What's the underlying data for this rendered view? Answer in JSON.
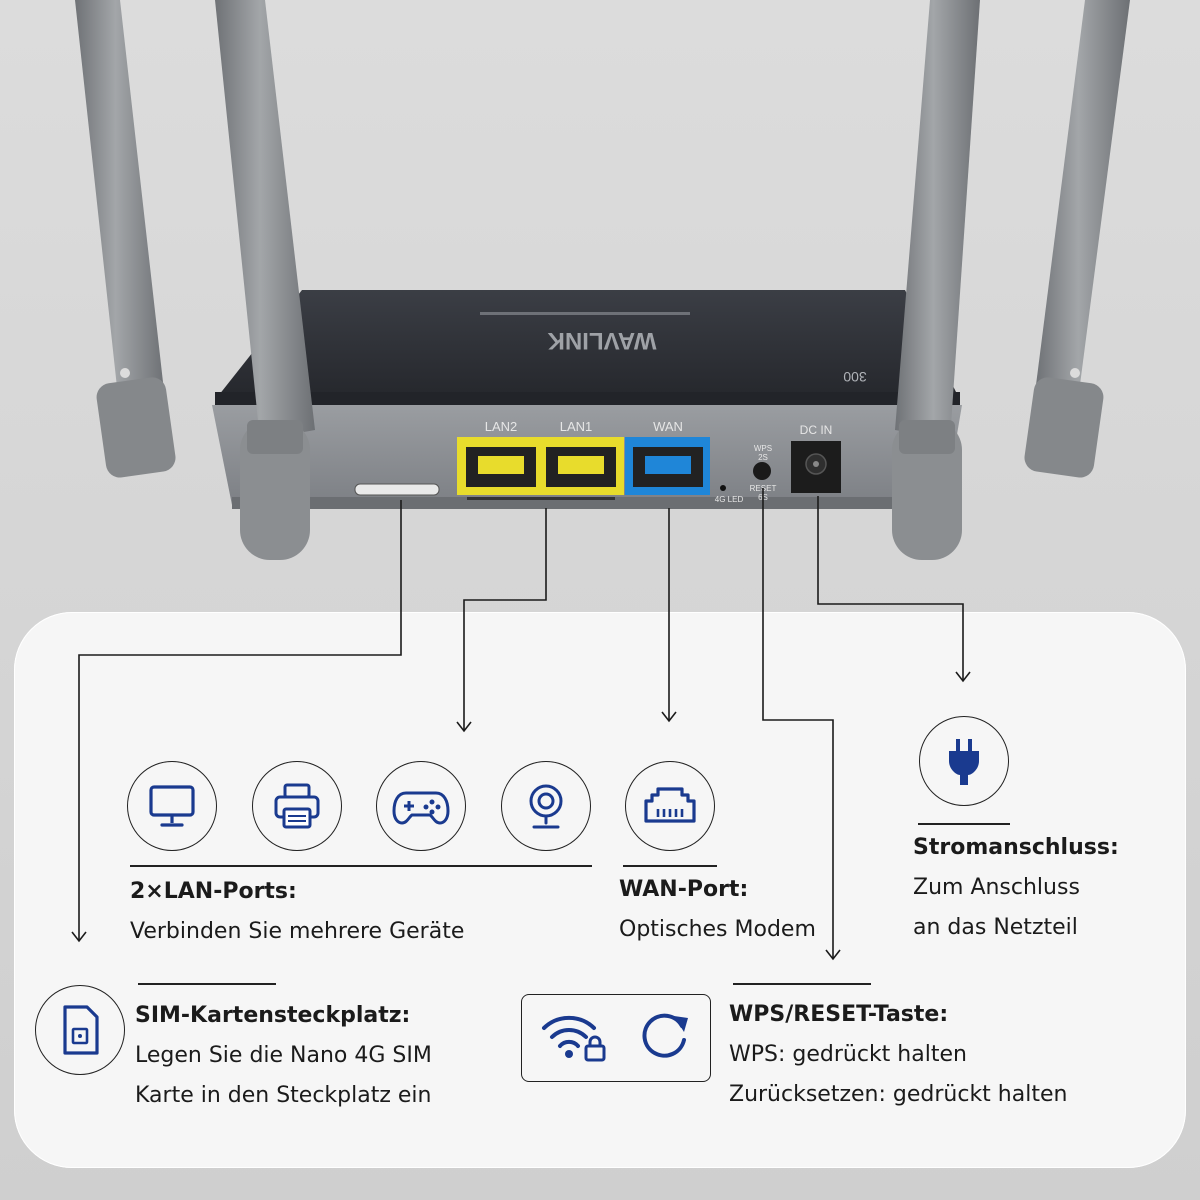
{
  "router": {
    "brand": "WAVLINK",
    "model_mark": "300",
    "ports": {
      "lan2": "LAN2",
      "lan1": "LAN1",
      "wan": "WAN",
      "wps": "WPS",
      "wps_time": "2S",
      "reset": "RESET",
      "reset_time": "6S",
      "led": "4G LED",
      "dc": "DC IN"
    },
    "colors": {
      "lan": "#e8dc2c",
      "wan": "#1f86d8",
      "body": "#8b8e92",
      "top": "#33363d",
      "antenna": "#8d8f92"
    }
  },
  "labels": {
    "lan": {
      "title": "2×LAN-Ports:",
      "text": "Verbinden Sie mehrere Geräte"
    },
    "wan": {
      "title": "WAN-Port:",
      "text": "Optisches Modem"
    },
    "power": {
      "title": "Stromanschluss:",
      "line1": "Zum Anschluss",
      "line2": "an das Netzteil"
    },
    "sim": {
      "title": "SIM-Kartensteckplatz:",
      "line1": "Legen Sie die Nano 4G SIM",
      "line2": "Karte in den Steckplatz ein"
    },
    "wps": {
      "title": "WPS/RESET-Taste:",
      "line1": "WPS: gedrückt halten",
      "line2": "Zurücksetzen: gedrückt halten"
    }
  },
  "icons": [
    "monitor-icon",
    "printer-icon",
    "gamepad-icon",
    "webcam-icon",
    "ethernet-port-icon",
    "power-plug-icon",
    "sim-card-icon",
    "wifi-lock-icon",
    "reset-icon"
  ],
  "accent_color": "#1a3a8f"
}
